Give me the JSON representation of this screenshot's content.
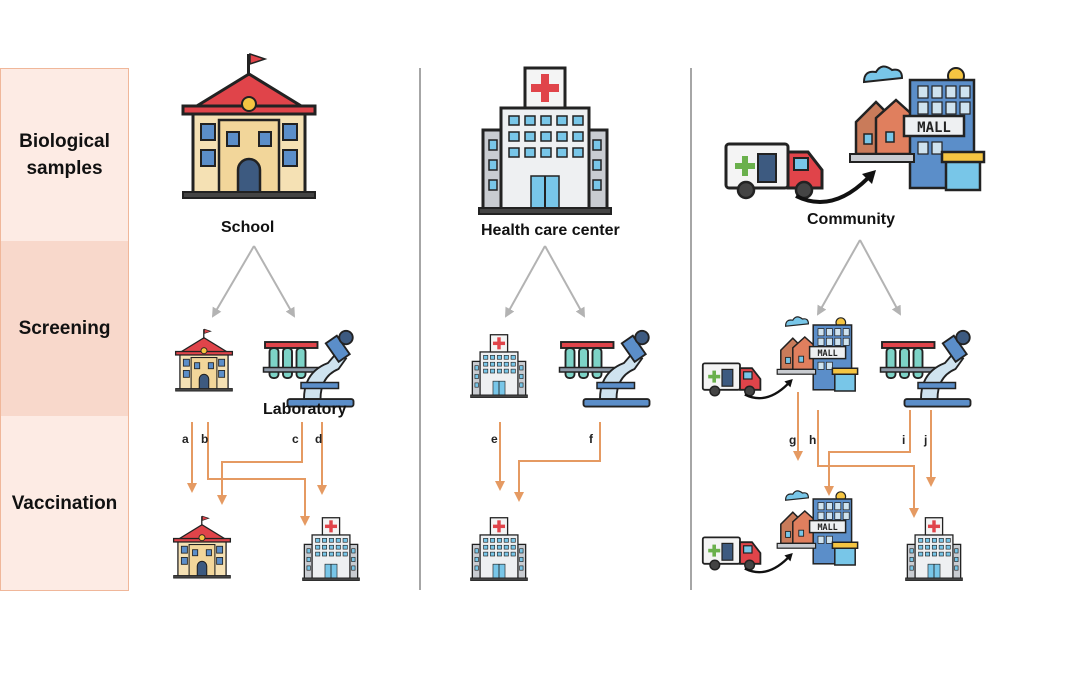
{
  "rows": {
    "biological_samples": "Biological\nsamples",
    "screening": "Screening",
    "vaccination": "Vaccination"
  },
  "columns": {
    "school": "School",
    "health_care_center": "Health care center",
    "community": "Community"
  },
  "labels": {
    "laboratory": "Laboratory"
  },
  "paths": [
    "a",
    "b",
    "c",
    "d",
    "e",
    "f",
    "g",
    "h",
    "i",
    "j"
  ],
  "colors": {
    "arrow_gray": "#b3b3b3",
    "arrow_orange": "#e59a62",
    "row_light": "#fdebe4",
    "row_mid": "#f8d8cb"
  }
}
